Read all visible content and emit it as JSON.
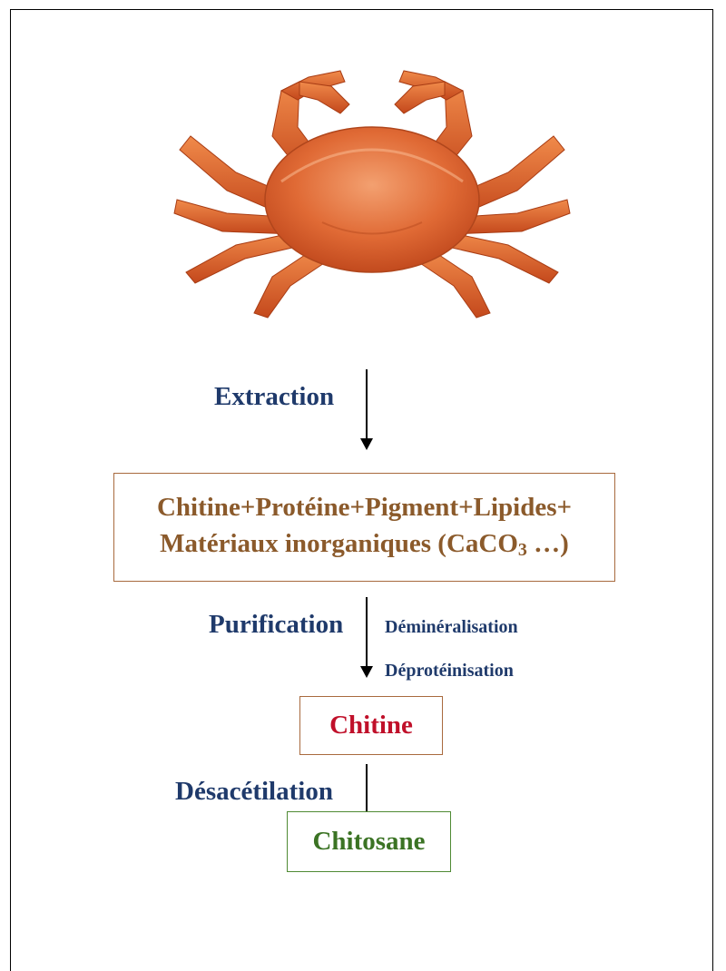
{
  "diagram": {
    "step1_label": "Extraction",
    "mix_box": {
      "line1": "Chitine+Protéine+Pigment+Lipides+",
      "line2_prefix": "Matériaux inorganiques (CaCO",
      "line2_sub": "3",
      "line2_suffix": " …)"
    },
    "step2_label": "Purification",
    "step2_sub1": "Déminéralisation",
    "step2_sub2": "Déprotéinisation",
    "chitine_box": "Chitine",
    "step3_label": "Désacétilation",
    "chitosane_box": "Chitosane"
  },
  "colors": {
    "label_blue": "#1f3a6b",
    "mix_brown": "#8b5a2b",
    "chitine_red": "#c0102a",
    "chitosane_green": "#3b7324"
  },
  "image": {
    "subject": "crab-photo"
  }
}
